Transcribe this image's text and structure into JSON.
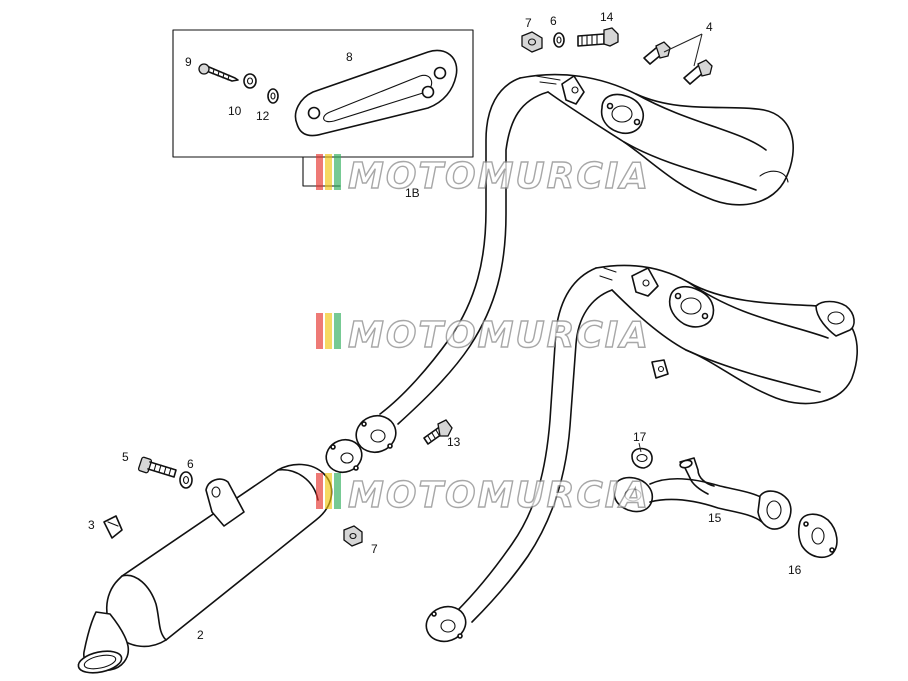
{
  "diagram": {
    "callouts": [
      {
        "id": "c1",
        "label": "1B"
      },
      {
        "id": "c2",
        "label": "2"
      },
      {
        "id": "c3",
        "label": "3"
      },
      {
        "id": "c4",
        "label": "4"
      },
      {
        "id": "c5",
        "label": "5"
      },
      {
        "id": "c6a",
        "label": "6"
      },
      {
        "id": "c6b",
        "label": "6"
      },
      {
        "id": "c7a",
        "label": "7"
      },
      {
        "id": "c7b",
        "label": "7"
      },
      {
        "id": "c8",
        "label": "8"
      },
      {
        "id": "c9",
        "label": "9"
      },
      {
        "id": "c10",
        "label": "10"
      },
      {
        "id": "c12",
        "label": "12"
      },
      {
        "id": "c13",
        "label": "13"
      },
      {
        "id": "c14",
        "label": "14"
      },
      {
        "id": "c15",
        "label": "15"
      },
      {
        "id": "c16",
        "label": "16"
      },
      {
        "id": "c17",
        "label": "17"
      }
    ]
  },
  "watermark": {
    "text": "MOTOMURCIA",
    "stripe_colors": [
      "#e5322d",
      "#f1c40f",
      "#2eae5a"
    ]
  }
}
